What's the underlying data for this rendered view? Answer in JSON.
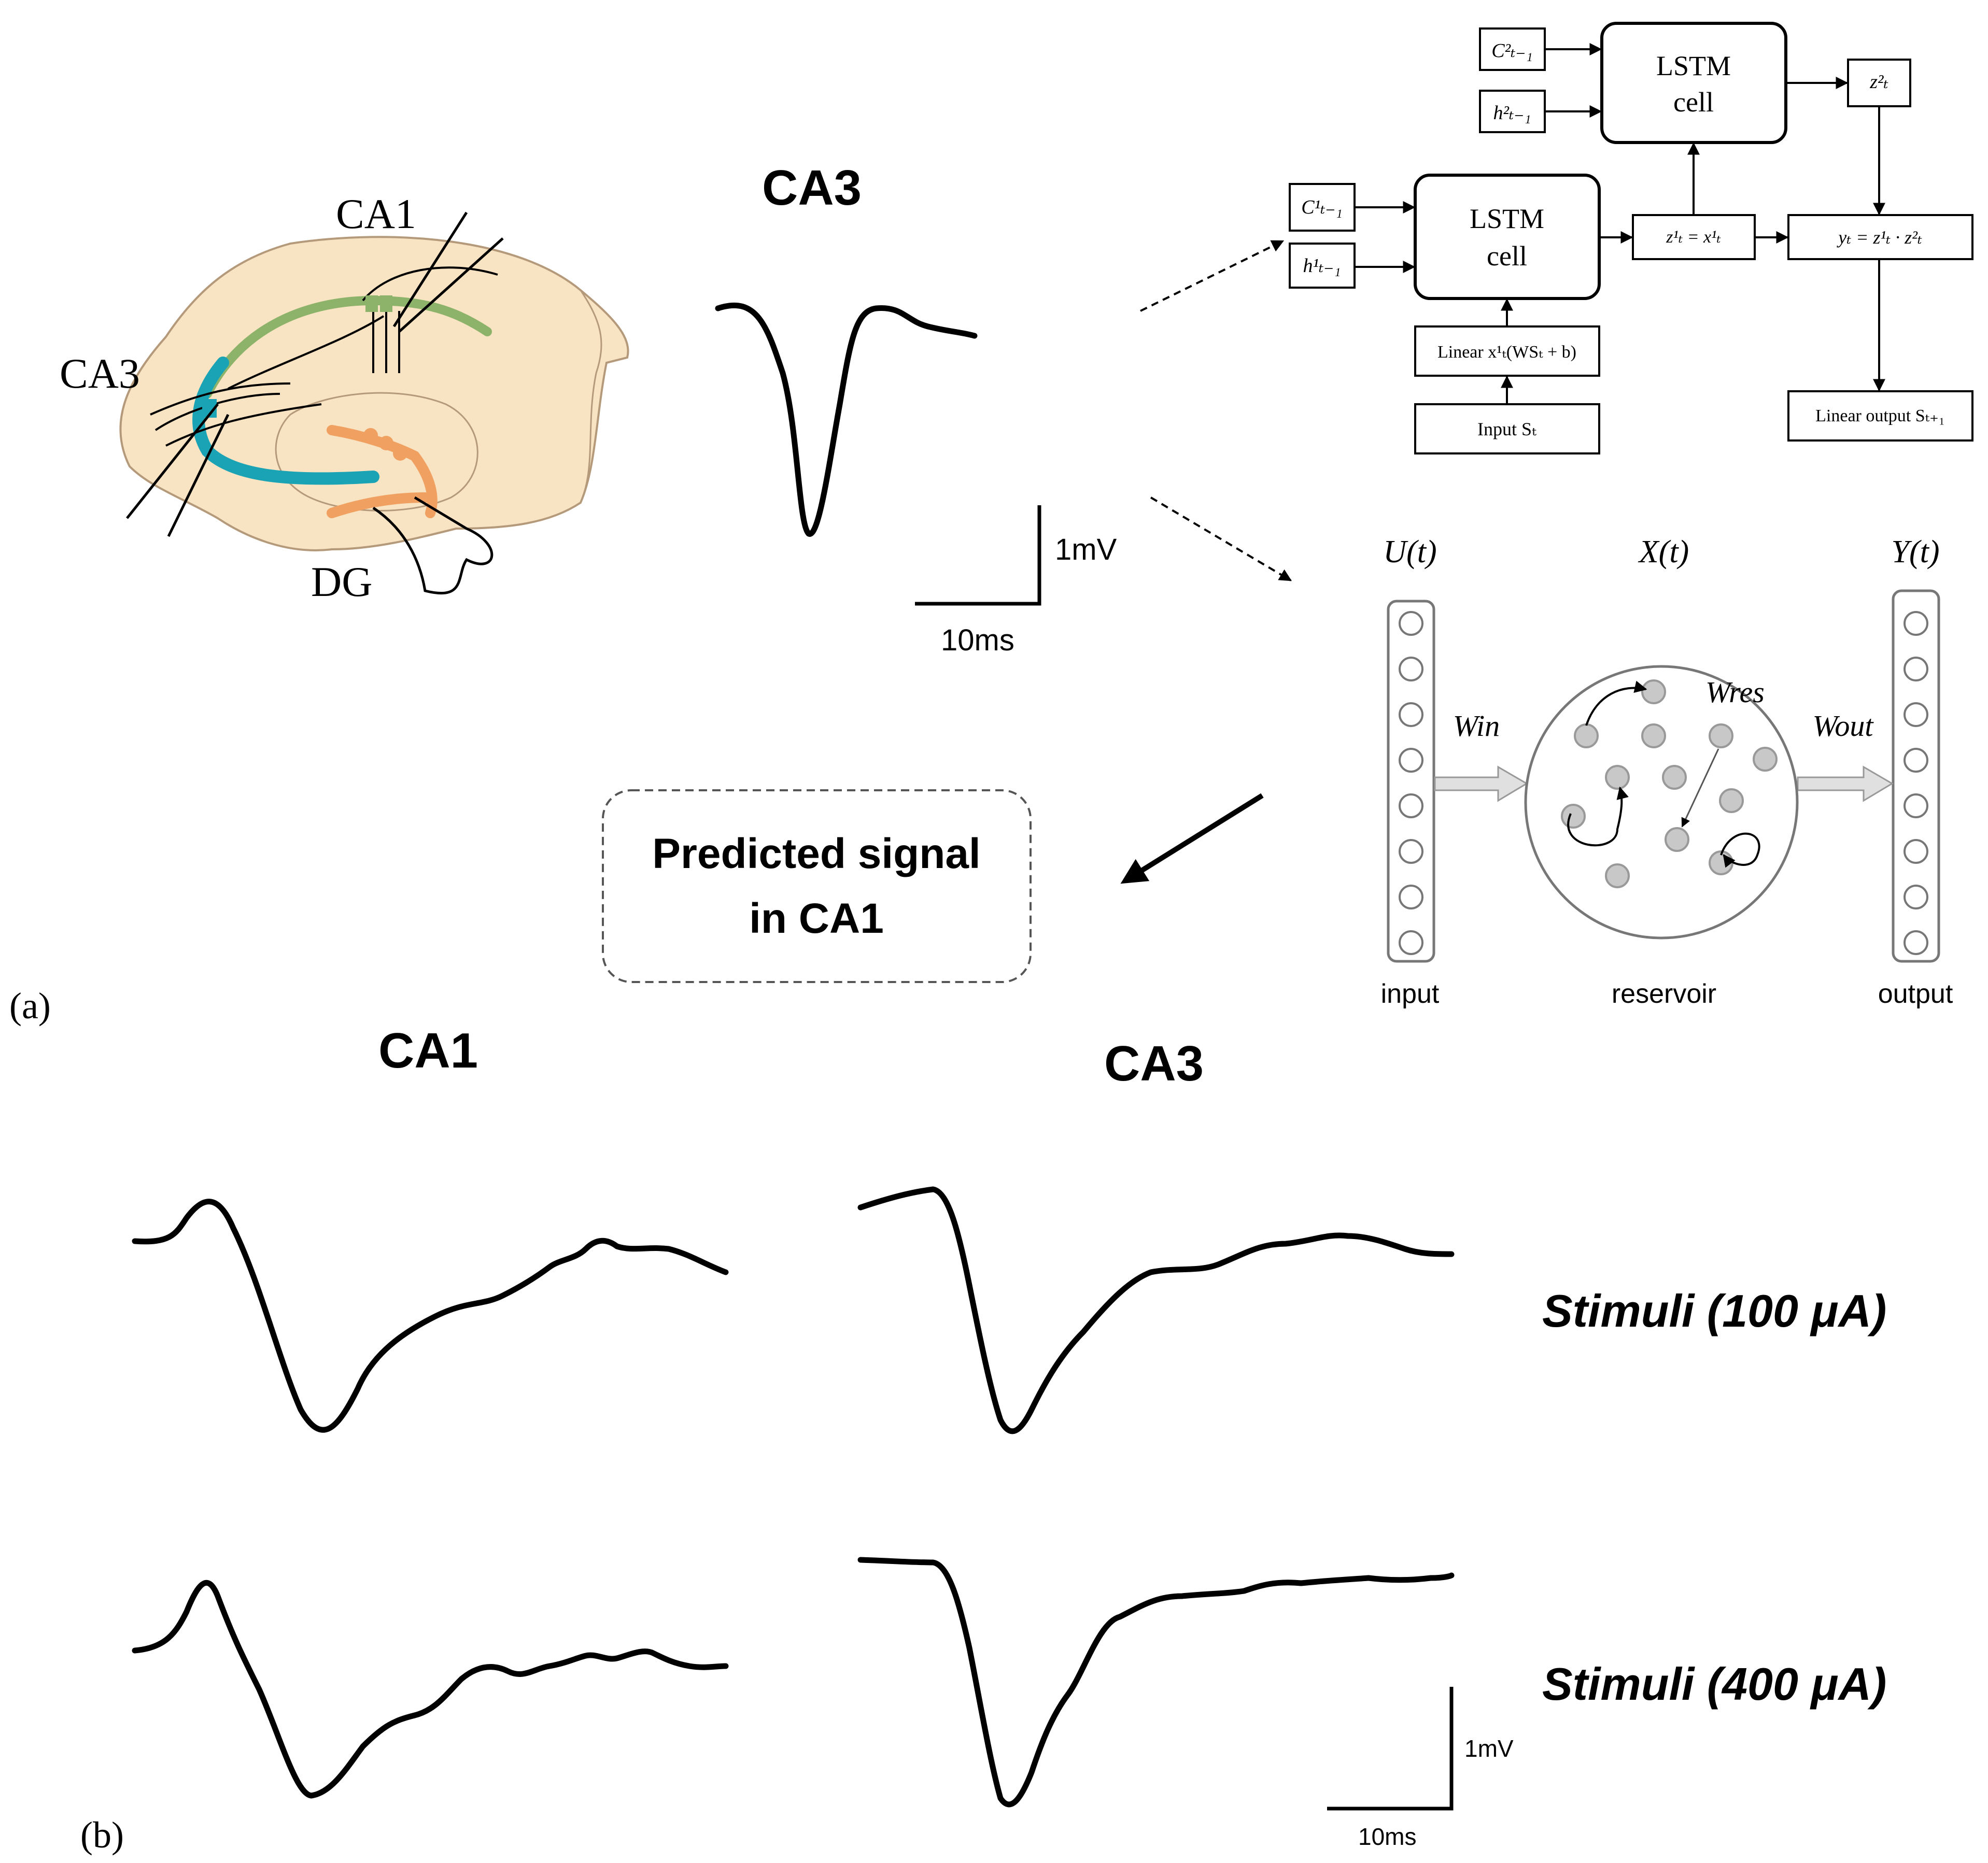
{
  "panel_a": {
    "panel_label": "(a)",
    "anatomy": {
      "ca1": "CA1",
      "ca3": "CA3",
      "dg": "DG"
    },
    "input_trace_title": "CA3",
    "scale_bar": {
      "voltage": "1mV",
      "time": "10ms"
    },
    "lstm": {
      "cell_label_1": "LSTM",
      "cell_label_2": "cell",
      "c_prev_top": "C²ₜ₋₁",
      "h_prev_top": "h²ₜ₋₁",
      "c_prev_bottom": "C¹ₜ₋₁",
      "h_prev_bottom": "h¹ₜ₋₁",
      "z2": "z²ₜ",
      "z1_eq": "z¹ₜ = x¹ₜ",
      "y_eq": "yₜ = z¹ₜ · z²ₜ",
      "linear_in": "Linear x¹ₜ(WSₜ + b)",
      "input": "Input Sₜ",
      "linear_out": "Linear output Sₜ₊₁"
    },
    "reservoir": {
      "u_label": "U(t)",
      "x_label": "X(t)",
      "y_label": "Y(t)",
      "w_in": "Win",
      "w_res": "Wres",
      "w_out": "Wout",
      "input_label": "input",
      "reservoir_label": "reservoir",
      "output_label": "output"
    },
    "prediction": {
      "line1": "Predicted signal",
      "line2": "in CA1"
    }
  },
  "panel_b": {
    "panel_label": "(b)",
    "col_ca1": "CA1",
    "col_ca3": "CA3",
    "row1_label": "Stimuli (100 μA)",
    "row2_label": "Stimuli (400 μA)",
    "scale_bar": {
      "voltage": "1mV",
      "time": "10ms"
    }
  },
  "colors": {
    "brain_fill": "#f8e3c2",
    "ca1_green": "#8db36a",
    "ca3_teal": "#1aa3b5",
    "dg_orange": "#f0a060",
    "node_gray": "#c8c8c8"
  },
  "icons": [
    "electrode-icon",
    "neuron-node-icon",
    "dashed-arrow-icon"
  ]
}
